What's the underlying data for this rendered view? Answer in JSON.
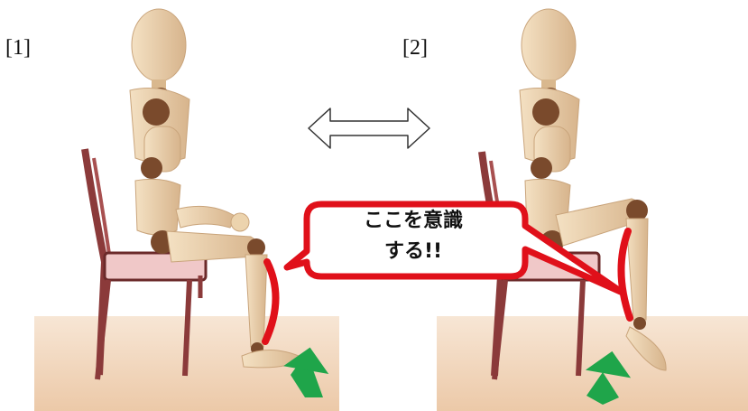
{
  "panels": [
    {
      "label": "[1]"
    },
    {
      "label": "[2]"
    }
  ],
  "callout": {
    "line1": "ここを意識",
    "line2": "する!!"
  },
  "colors": {
    "highlight_red": "#e0101a",
    "arrow_green": "#1fa54a",
    "floor": "#f2dbc5",
    "chair": "#8b3a3a",
    "wood_light": "#ecd3ad",
    "wood_joint": "#7a4a2c"
  },
  "icons": {
    "swap": "double-headed-arrow-icon",
    "lift": "green-up-arrow-icon"
  }
}
